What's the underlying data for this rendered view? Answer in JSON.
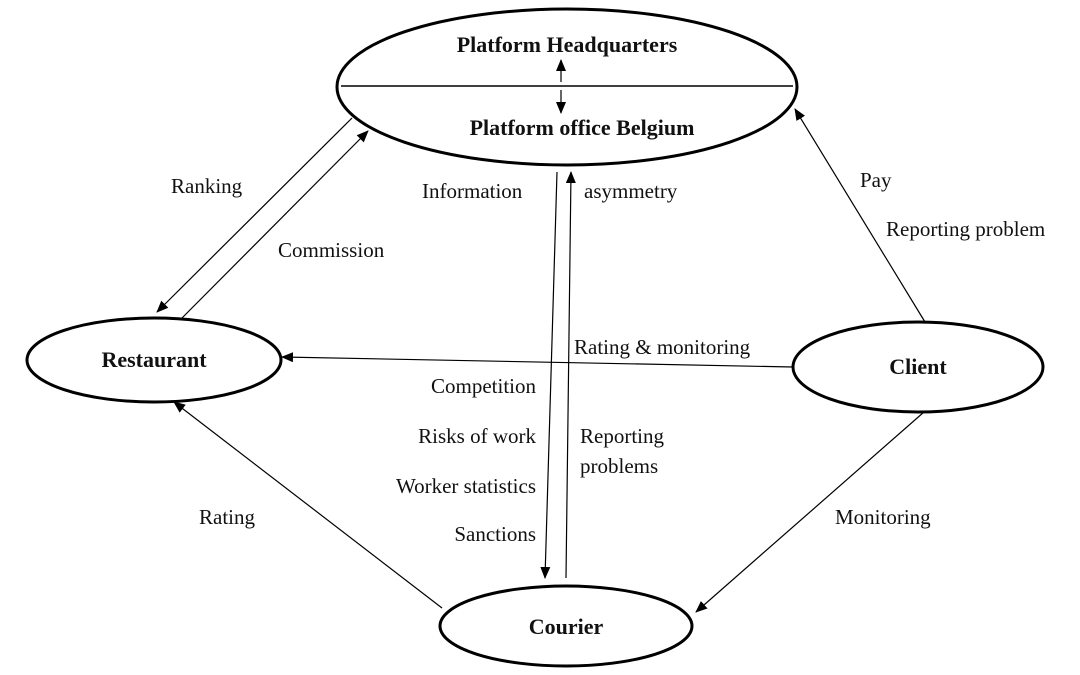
{
  "nodes": {
    "platform_hq": "Platform Headquarters",
    "platform_belgium": "Platform office Belgium",
    "restaurant": "Restaurant",
    "client": "Client",
    "courier": "Courier"
  },
  "edge_labels": {
    "ranking": "Ranking",
    "commission": "Commission",
    "information": "Information",
    "asymmetry": "asymmetry",
    "pay": "Pay",
    "reporting_problem": "Reporting problem",
    "rating_monitoring": "Rating & monitoring",
    "competition": "Competition",
    "risks_of_work": "Risks of work",
    "worker_statistics": "Worker statistics",
    "sanctions": "Sanctions",
    "reporting_problems_line1": "Reporting",
    "reporting_problems_line2": "problems",
    "rating": "Rating",
    "monitoring": "Monitoring"
  }
}
